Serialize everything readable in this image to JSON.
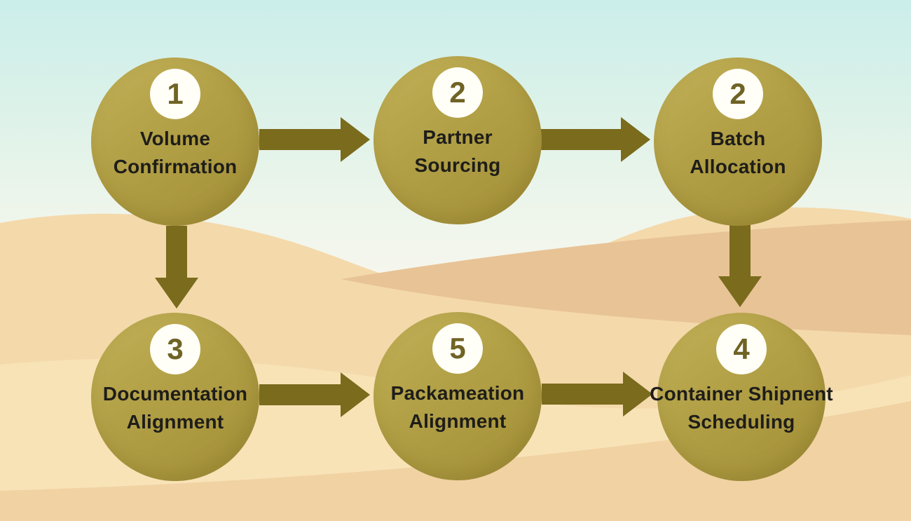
{
  "diagram": {
    "kind": "process-flow",
    "rows": 2,
    "columns": 3
  },
  "steps": [
    {
      "key": "volume-confirmation",
      "badge": "1",
      "lines": [
        "Volume",
        "Confirmation"
      ]
    },
    {
      "key": "partner-sourcing",
      "badge": "2",
      "lines": [
        "Partner",
        "Sourcing"
      ]
    },
    {
      "key": "batch-allocation",
      "badge": "2",
      "lines": [
        "Batch",
        "Allocation"
      ]
    },
    {
      "key": "documentation-alignment",
      "badge": "3",
      "lines": [
        "Documentation",
        "Alignment"
      ]
    },
    {
      "key": "packameation-alignment",
      "badge": "5",
      "lines": [
        "Packameation",
        "Alignment"
      ]
    },
    {
      "key": "container-shipment-scheduling",
      "badge": "4",
      "lines": [
        "Container Shipпent",
        "Scheduling"
      ]
    }
  ],
  "connectors": [
    {
      "from": "volume-confirmation",
      "to": "partner-sourcing",
      "direction": "right"
    },
    {
      "from": "partner-sourcing",
      "to": "batch-allocation",
      "direction": "right"
    },
    {
      "from": "volume-confirmation",
      "to": "documentation-alignment",
      "direction": "down"
    },
    {
      "from": "batch-allocation",
      "to": "container-shipment-scheduling",
      "direction": "down"
    },
    {
      "from": "documentation-alignment",
      "to": "packameation-alignment",
      "direction": "right"
    },
    {
      "from": "packameation-alignment",
      "to": "container-shipment-scheduling",
      "direction": "right"
    }
  ],
  "colors": {
    "circle_gradient_top": "#c2b158",
    "circle_gradient_bottom": "#a28f37",
    "arrow": "#7a6b1d",
    "badge_background": "#fffef7",
    "badge_number": "#6f6325",
    "label_text": "#1e1d1a",
    "sky_top": "#cbeeea",
    "sky_bottom": "#f8f6ec",
    "dune_light": "#f4d9ab",
    "dune_mid": "#e8c396",
    "dune_foreground": "#f1d2a3"
  }
}
